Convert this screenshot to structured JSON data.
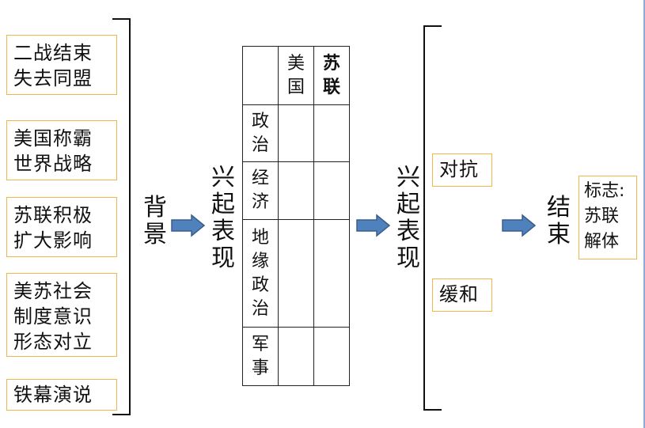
{
  "background_boxes": [
    {
      "lines": [
        "二战结束",
        "失去同盟"
      ]
    },
    {
      "lines": [
        "美国称霸",
        "世界战略"
      ]
    },
    {
      "lines": [
        "苏联积极",
        "扩大影响"
      ]
    },
    {
      "lines": [
        "美苏社会",
        "制度意识",
        "形态对立"
      ]
    },
    {
      "lines": [
        "铁幕演说"
      ]
    }
  ],
  "labels": {
    "background": [
      "背",
      "景"
    ],
    "rise1": [
      "兴",
      "起",
      "表",
      "现"
    ],
    "rise2": [
      "兴",
      "起",
      "表",
      "现"
    ],
    "end": [
      "结",
      "束"
    ]
  },
  "table": {
    "columns": [
      [
        "美",
        "国"
      ],
      [
        "苏",
        "联"
      ]
    ],
    "rows": [
      [
        "政",
        "治"
      ],
      [
        "经",
        "济"
      ],
      [
        "地",
        "缘",
        "政",
        "治"
      ],
      [
        "军",
        "事"
      ]
    ]
  },
  "relations": {
    "confront": "对抗",
    "ease": "缓和"
  },
  "end_box": {
    "lines": [
      "标志:",
      "苏联",
      "解体"
    ]
  },
  "colors": {
    "box_border": "#f0b64a",
    "arrow_fill": "#4f81bd",
    "arrow_stroke": "#385d8a"
  }
}
